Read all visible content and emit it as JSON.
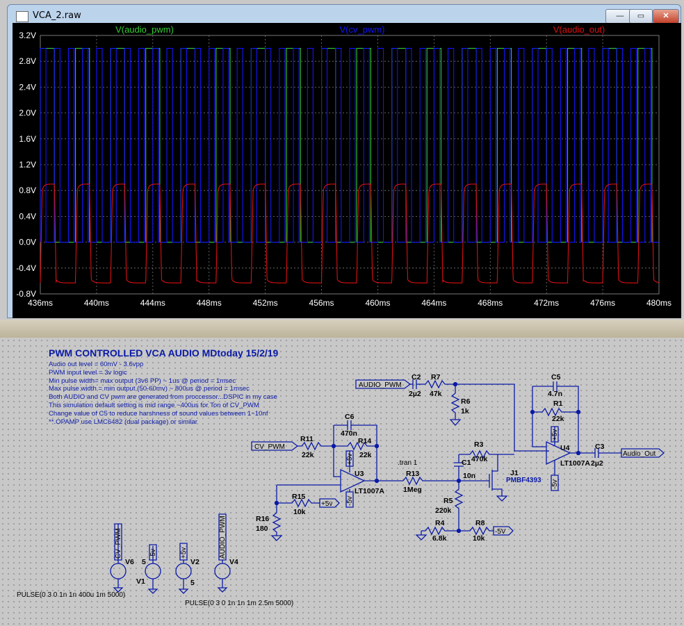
{
  "window": {
    "title": "VCA_2.raw",
    "buttons": {
      "minimize": "—",
      "maximize": "▭",
      "close": "✕"
    }
  },
  "colors": {
    "plot_bg": "#000000",
    "grid": "#7a7a7a",
    "audio_pwm": "#33cc33",
    "cv_pwm": "#1414ff",
    "audio_out": "#dd1111",
    "schematic_wire": "#0a1aa6"
  },
  "chart_data": {
    "type": "line",
    "title": "",
    "xlabel": "",
    "ylabel": "",
    "xlim": [
      436,
      480
    ],
    "ylim": [
      -0.8,
      3.2
    ],
    "x_ticks": [
      "436ms",
      "440ms",
      "444ms",
      "448ms",
      "452ms",
      "456ms",
      "460ms",
      "464ms",
      "468ms",
      "472ms",
      "476ms",
      "480ms"
    ],
    "y_ticks": [
      "3.2V",
      "2.8V",
      "2.4V",
      "2.0V",
      "1.6V",
      "1.2V",
      "0.8V",
      "0.4V",
      "0.0V",
      "-0.4V",
      "-0.8V"
    ],
    "grid": true,
    "series": [
      {
        "name": "V(audio_pwm)",
        "color": "#33cc33",
        "waveform": "square",
        "low": 0,
        "high": 3,
        "period_ms": 2.5,
        "duty": 0.4
      },
      {
        "name": "V(cv_pwm)",
        "color": "#1414ff",
        "waveform": "square",
        "low": 0,
        "high": 3,
        "period_ms": 1,
        "duty": 0.4
      },
      {
        "name": "V(audio_out)",
        "color": "#dd1111",
        "waveform": "filtered",
        "low": -0.63,
        "high": 0.9,
        "period_ms": 2.5
      }
    ]
  },
  "schematic": {
    "notes": {
      "heading": "PWM CONTROLLED VCA AUDIO      MDtoday 15/2/19",
      "lines": [
        "Audio out level = 60mV - 3.6vpp",
        "PWM input level = 3v logic",
        "Min pulse width= max output (3v6 PP) ~ 1us @ period = 1msec",
        "Max pulse width = min output (50-60mv)  ~ 800us @ period = 1msec",
        "Both AUDIO and CV  pwm are generated from proccessor...DSPIC in my case",
        "This simulation default setting is mid range  ~400us for Ton of CV_PWM",
        "Change value of C5 to reduce harshness of sound values between 1~10nf",
        "**.OPAMP use LMC6482 (dual package) or similar"
      ]
    },
    "labels": {
      "audio_pwm": "AUDIO_PWM",
      "cv_pwm": "CV_PWM",
      "audio_out": "Audio_Out",
      "p5v": "+5v",
      "m5v": "-5V",
      "v5": "+5v",
      "vm5": "-5v"
    },
    "components": {
      "c2": "C2",
      "c2v": "2µ2",
      "r7": "R7",
      "r7v": "47k",
      "r6": "R6",
      "r6v": "1k",
      "c5": "C5",
      "c5v": "4.7n",
      "r1": "R1",
      "r1v": "22k",
      "u4": "U4",
      "u4v": "LT1007A",
      "c3": "C3",
      "c3v": "2µ2",
      "c6": "C6",
      "c6v": "470n",
      "r11": "R11",
      "r11v": "22k",
      "r14": "R14",
      "r14v": "22k",
      "u3": "U3",
      "u3v": "LT1007A",
      "tran": ".tran 1",
      "r13": "R13",
      "r13v": "1Meg",
      "c1": "C1",
      "c1v": "10n",
      "r3": "R3",
      "r3v": "470k",
      "j1": "J1",
      "j1v": "PMBF4393",
      "r5": "R5",
      "r5v": "220k",
      "r4": "R4",
      "r4v": "6.8k",
      "r8": "R8",
      "r8v": "10k",
      "r15": "R15",
      "r15v": "10k",
      "r16": "R16",
      "r16v": "180",
      "v6": "V6",
      "v1": "V1",
      "v1v": "5",
      "v2": "V2",
      "v2v": "5",
      "v4": "V4",
      "pulse1": "PULSE(0 3 0 1n 1n 400u 1m 5000)",
      "pulse2": "PULSE(0 3 0 1n 1n 1m 2.5m 5000)"
    }
  }
}
